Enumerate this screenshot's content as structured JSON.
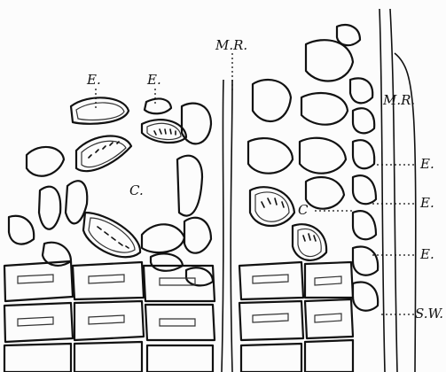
{
  "labels": {
    "e_left": "E.",
    "e_mid": "E.",
    "mr_top": "M.R.",
    "mr_right": "M.R.",
    "c_left": "C.",
    "c_right": "C",
    "e_r1": "E.",
    "e_r2": "E.",
    "e_r3": "E.",
    "sw": "S.W."
  }
}
